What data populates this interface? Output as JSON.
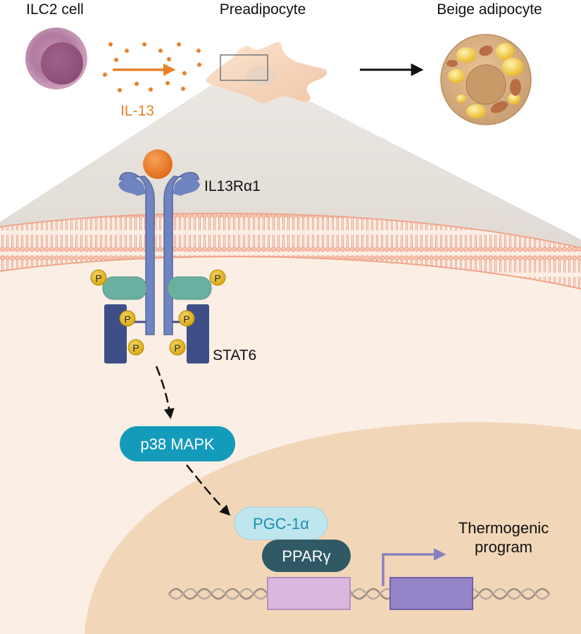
{
  "cells": {
    "ilc2_label": "ILC2 cell",
    "preadipocyte_label": "Preadipocyte",
    "beige_label": "Beige adipocyte",
    "cytokine_label": "IL-13"
  },
  "signaling": {
    "receptor_label": "IL13Rα1",
    "stat_label": "STAT6",
    "phospho_label": "P",
    "mapk_label": "p38 MAPK",
    "coactivator_label": "PGC-1α",
    "nuclear_receptor_label": "PPARγ",
    "program_line1": "Thermogenic",
    "program_line2": "program"
  },
  "colors": {
    "il13": "#e8822a",
    "receptor": "#6f84c0",
    "stat6": "#3d4f86",
    "jak": "#6aaf9f",
    "phospho": "#e2b51a",
    "mapk": "#149bbb",
    "pgc1a": "#bfe5ef",
    "ppar": "#2f5964",
    "membrane": "#f1a387",
    "cytoplasm": "#fbeee5",
    "nucleus": "#f1d6b8",
    "gene_box_1": "#d8b8df",
    "gene_box_2": "#9584c8"
  },
  "icons": [
    "ilc2-cell-icon",
    "preadipocyte-icon",
    "beige-adipocyte-icon",
    "dna-icon",
    "transcription-start-arrow-icon"
  ]
}
